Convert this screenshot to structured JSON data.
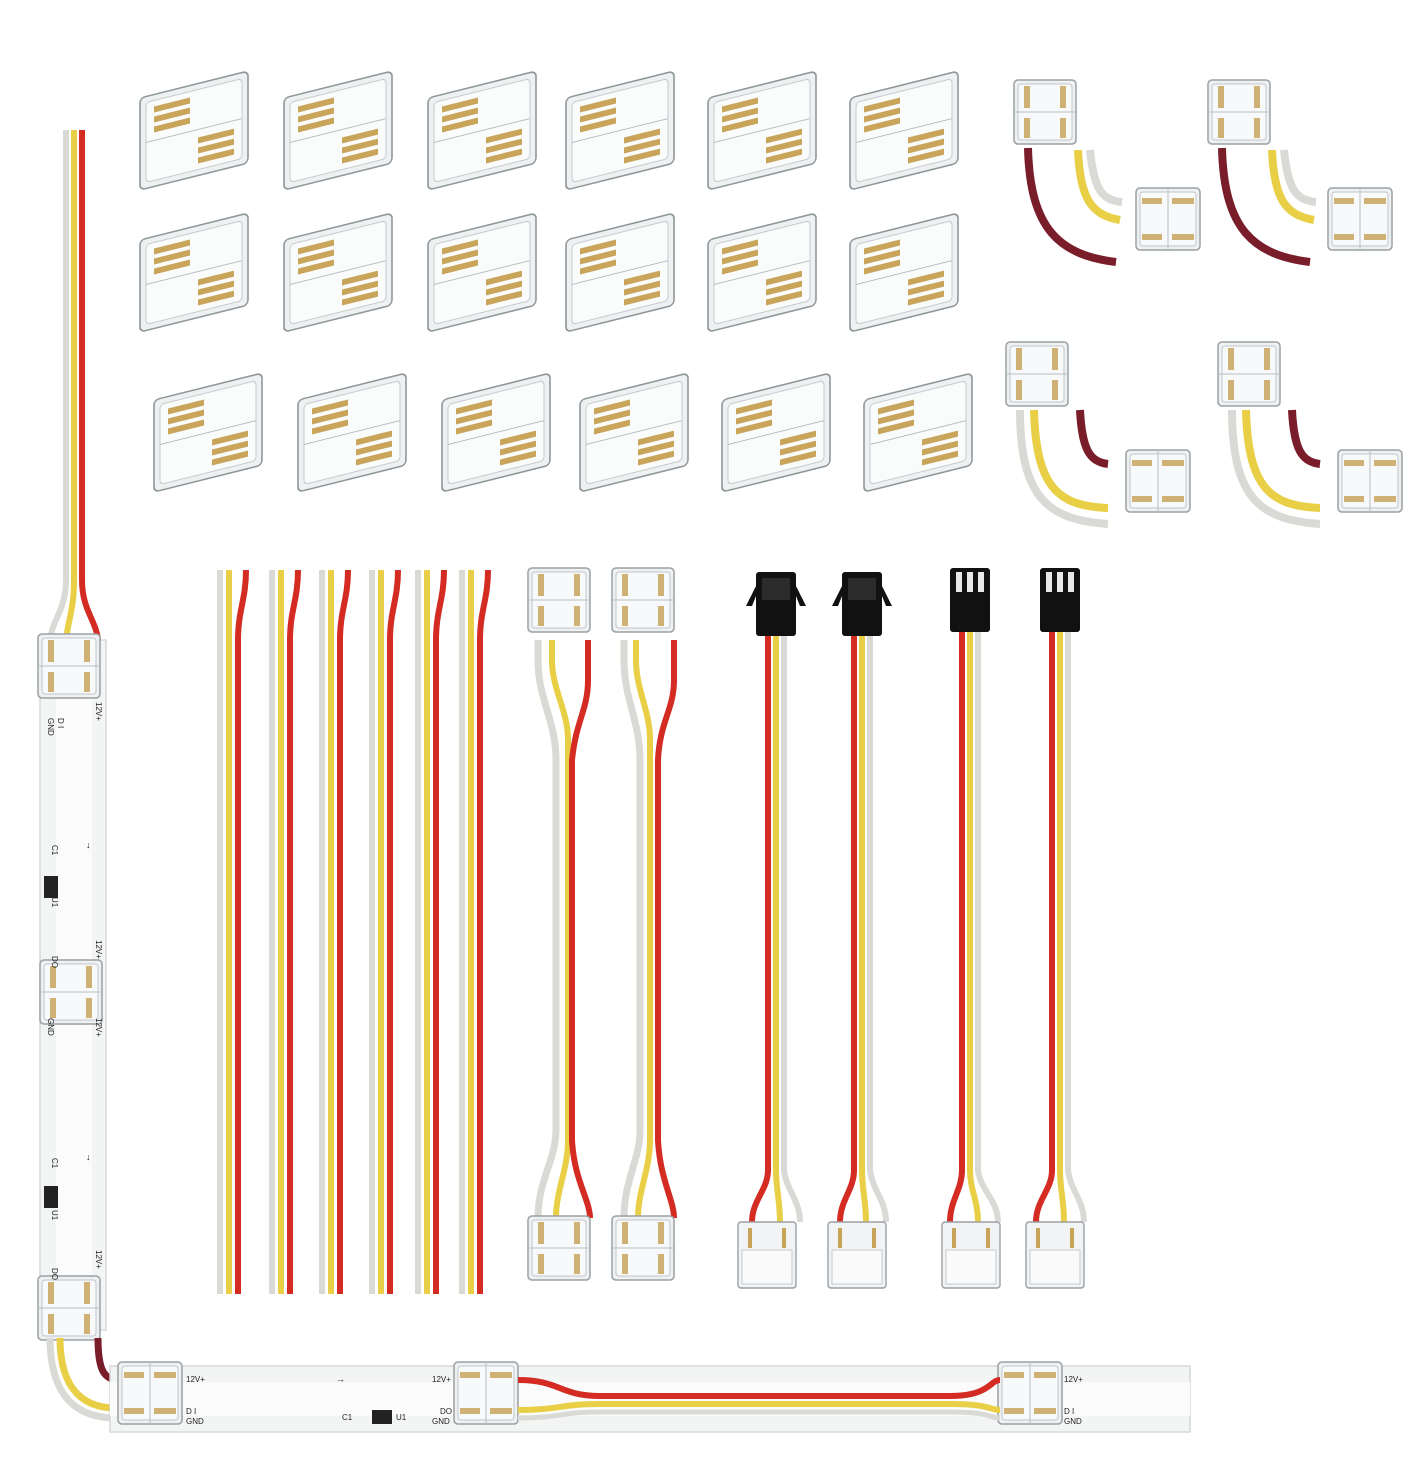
{
  "colors": {
    "wire_red": "#d42b23",
    "wire_yellow": "#e8cf45",
    "wire_white": "#d9d9d6",
    "wire_dark_red": "#7a1d2a",
    "clip_body": "#eef0f1",
    "clip_edge": "#9aa0a4",
    "pin_gold": "#c8a55a",
    "sm_plug_black": "#111111",
    "strip_body": "#f3f4f4"
  },
  "strip_labels": {
    "v12": "12V+",
    "di": "D I",
    "do": "DO",
    "gnd": "GND",
    "c1": "C1",
    "u1": "U1"
  },
  "icons": {
    "arrow": "direction-arrow-icon",
    "chip": "ic-chip-icon"
  }
}
